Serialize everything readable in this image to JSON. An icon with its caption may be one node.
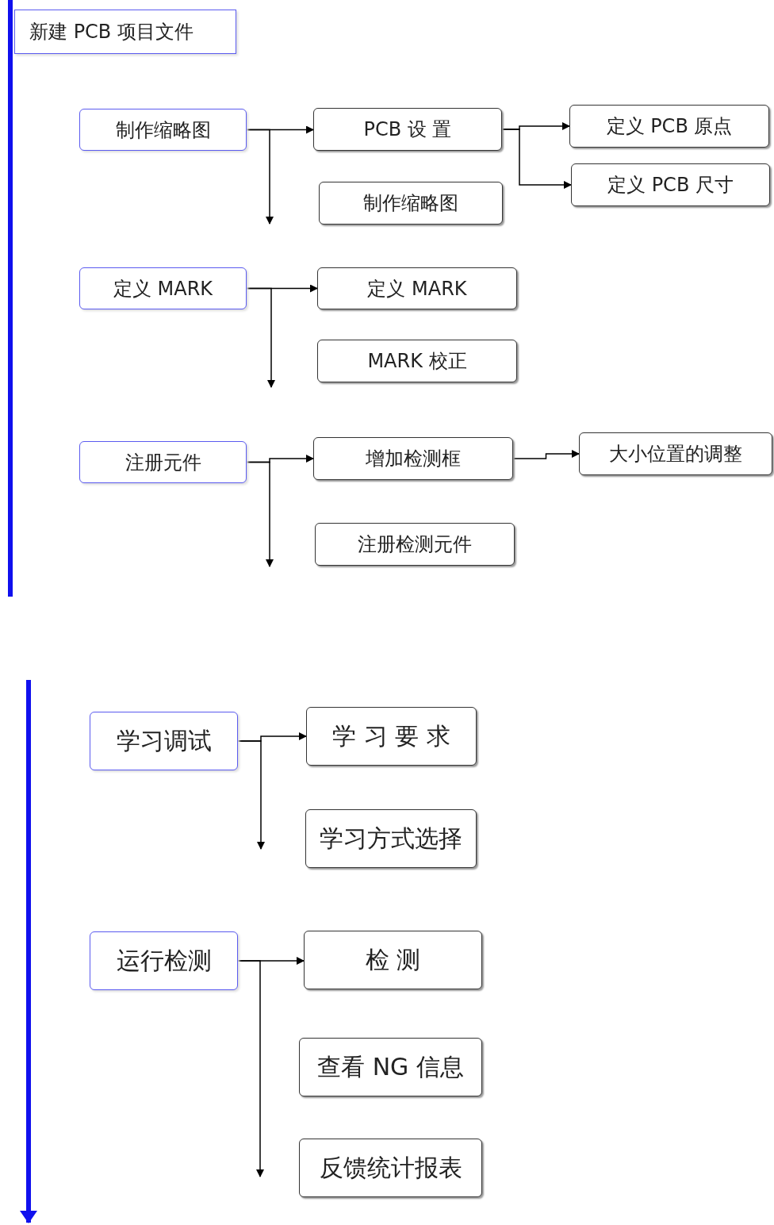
{
  "diagram": {
    "nodes": [
      {
        "text": [
          "新建 PCB 项目文件"
        ]
      },
      {
        "text": [
          "制作缩略图"
        ]
      },
      {
        "text": [
          "PCB 设 置"
        ]
      },
      {
        "text": [
          "定义 PCB 原点"
        ]
      },
      {
        "text": [
          "定义 PCB 尺寸"
        ]
      },
      {
        "text": [
          "制作缩略图"
        ]
      },
      {
        "text": [
          "定义 MARK"
        ]
      },
      {
        "text": [
          "定义 MARK"
        ]
      },
      {
        "text": [
          "MARK 校正"
        ]
      },
      {
        "text": [
          "注册元件"
        ]
      },
      {
        "text": [
          "增加检测框"
        ]
      },
      {
        "text": [
          "大小位置的调整"
        ]
      },
      {
        "text": [
          "注册检测元件"
        ]
      },
      {
        "text": [
          "学习调试"
        ]
      },
      {
        "text": [
          "学 习 要 求"
        ]
      },
      {
        "text": [
          "学习方式选择"
        ]
      },
      {
        "text": [
          "运行检测"
        ]
      },
      {
        "text": [
          "检 测"
        ]
      },
      {
        "text": [
          "查看 NG 信息"
        ]
      },
      {
        "text": [
          "反馈统计报表"
        ]
      }
    ],
    "edges": [
      {
        "from": 1,
        "to": 2,
        "arrow": "to"
      },
      {
        "from": 1,
        "to": null,
        "arrow": "to"
      },
      {
        "from": 2,
        "to": 3,
        "arrow": "to"
      },
      {
        "from": 2,
        "to": 4,
        "arrow": "to"
      },
      {
        "from": 6,
        "to": 7,
        "arrow": "to"
      },
      {
        "from": 6,
        "to": null,
        "arrow": "to"
      },
      {
        "from": 9,
        "to": 10,
        "arrow": "to"
      },
      {
        "from": 9,
        "to": null,
        "arrow": "to"
      },
      {
        "from": 10,
        "to": 11,
        "arrow": "to"
      },
      {
        "from": 13,
        "to": 14,
        "arrow": "to"
      },
      {
        "from": 13,
        "to": null,
        "arrow": "to"
      },
      {
        "from": 16,
        "to": 17,
        "arrow": "to"
      },
      {
        "from": 16,
        "to": null,
        "arrow": "to"
      }
    ]
  }
}
